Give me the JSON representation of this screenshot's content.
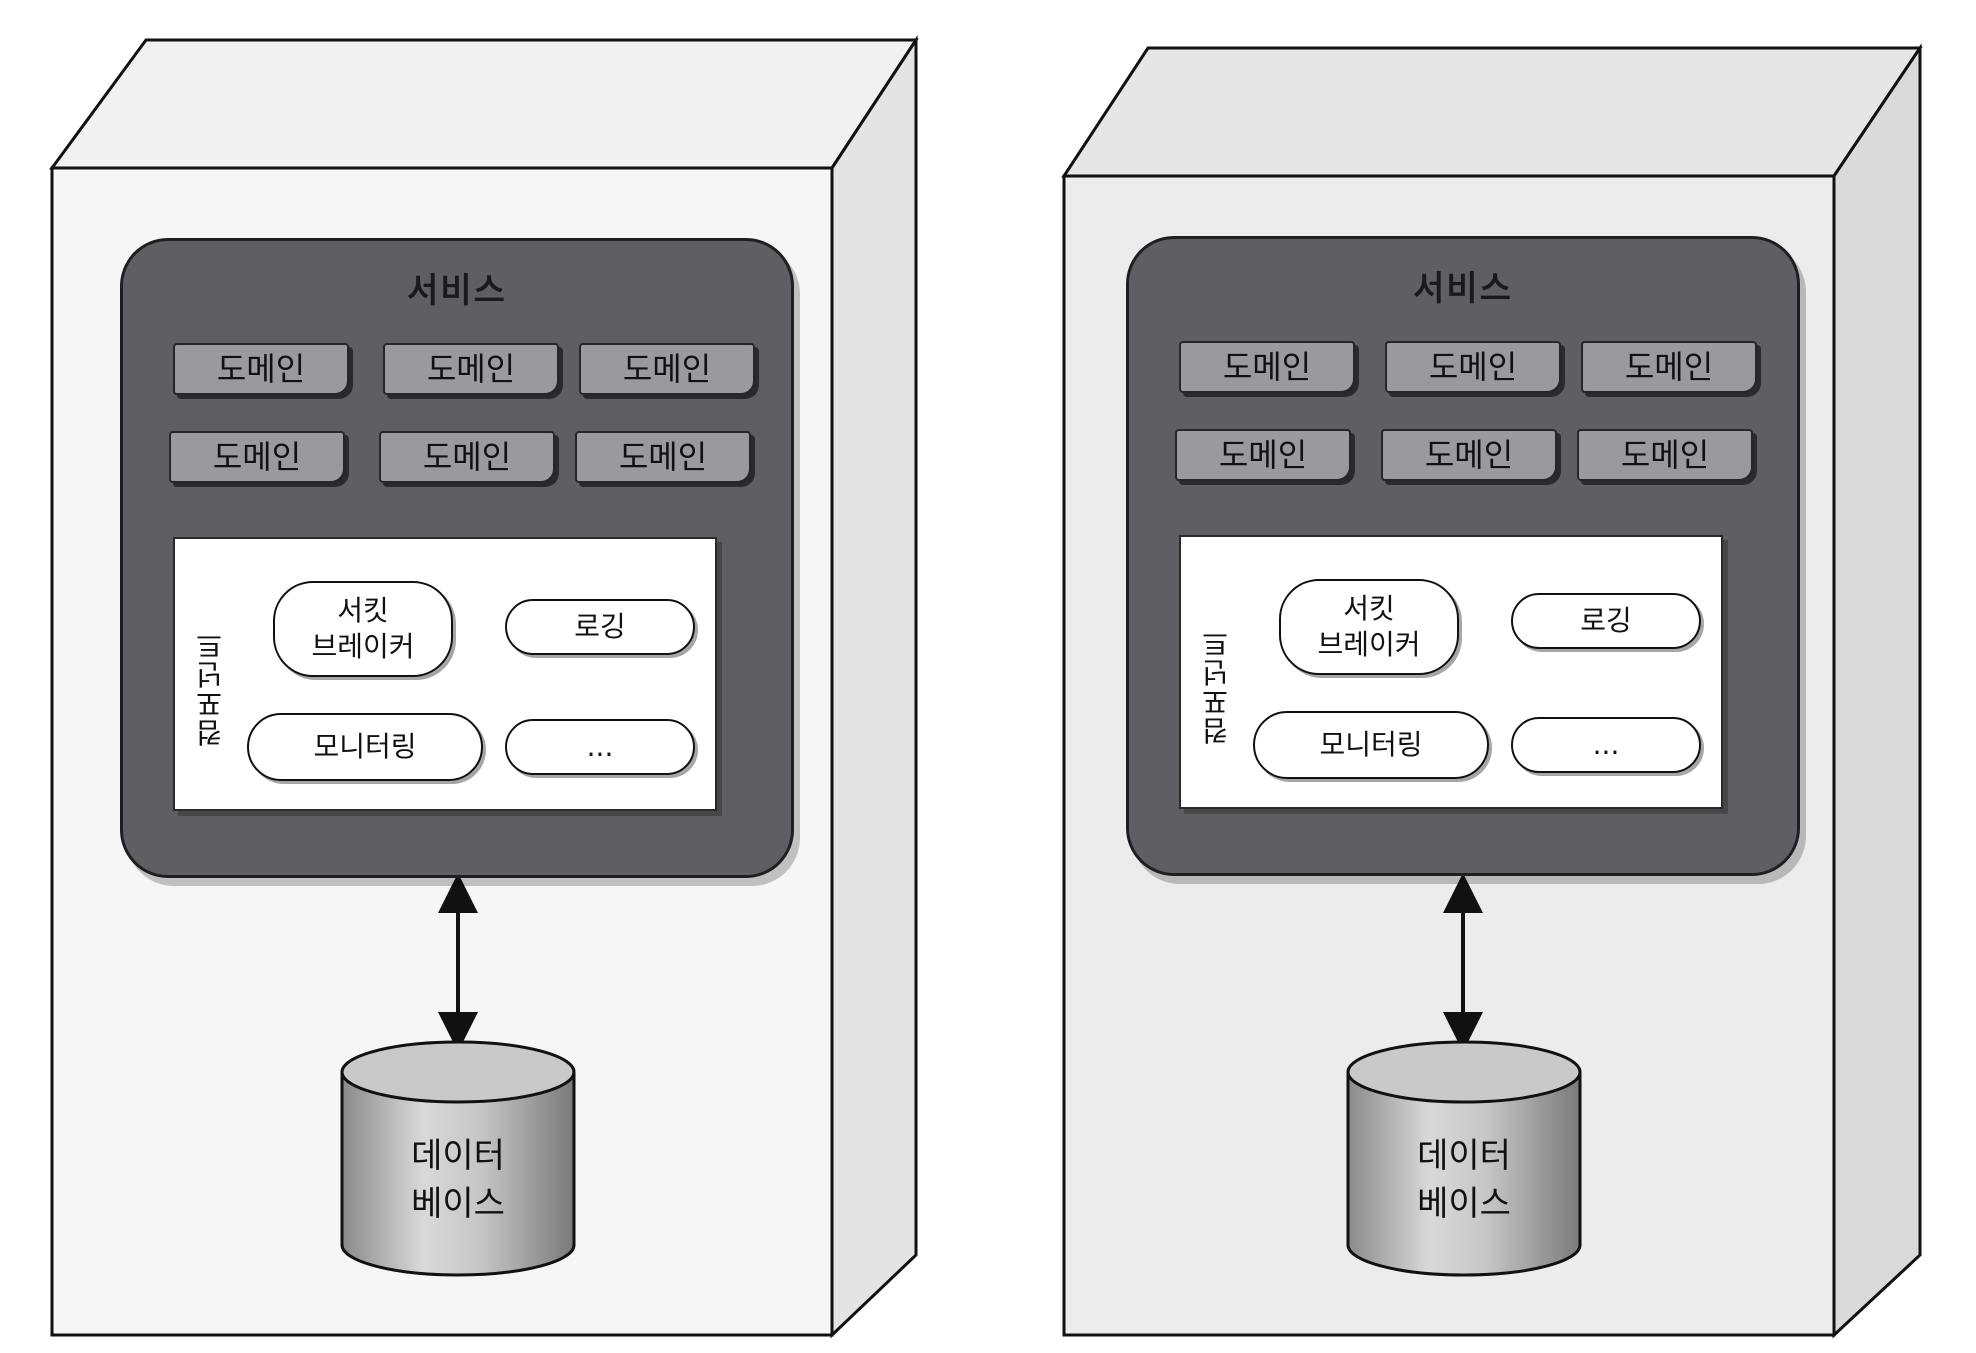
{
  "diagrams": [
    {
      "service_label": "서비스",
      "domains": [
        "도메인",
        "도메인",
        "도메인",
        "도메인",
        "도메인",
        "도메인"
      ],
      "components_label": "컴포넌트",
      "components": [
        "서킷\n브레이커",
        "로깅",
        "모니터링",
        "..."
      ],
      "database_label": "데이터\n베이스"
    },
    {
      "service_label": "서비스",
      "domains": [
        "도메인",
        "도메인",
        "도메인",
        "도메인",
        "도메인",
        "도메인"
      ],
      "components_label": "컴포넌트",
      "components": [
        "서킷\n브레이커",
        "로깅",
        "모니터링",
        "..."
      ],
      "database_label": "데이터\n베이스"
    }
  ]
}
